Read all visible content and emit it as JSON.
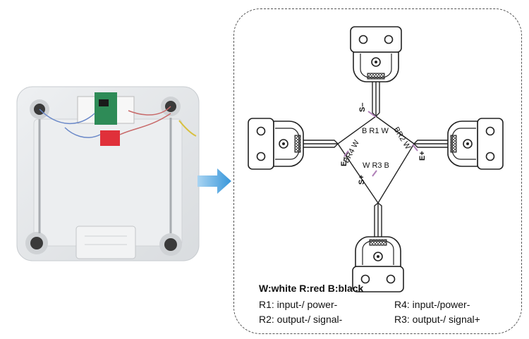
{
  "bridge": {
    "top_label": "B R1 W",
    "right_label": "BR2 W",
    "bottom_label": "W R3 B",
    "left_label": "BR4 W"
  },
  "pins": {
    "s_minus": "S–",
    "e_plus": "E+",
    "s_plus": "S+",
    "e_minus": "E–"
  },
  "legend": {
    "title": "W:white R:red B:black",
    "r1": "R1: input-/ power-",
    "r2": "R2: output-/ signal-",
    "r3": "R3: output-/ signal+",
    "r4": "R4: input-/power-"
  },
  "colors": {
    "arrow": "#4aa3e0",
    "wire_tap": "#b080b8",
    "scale_body": "#e6e8ea",
    "pcb_green": "#2e8b57",
    "pcb_red": "#e0303a"
  }
}
